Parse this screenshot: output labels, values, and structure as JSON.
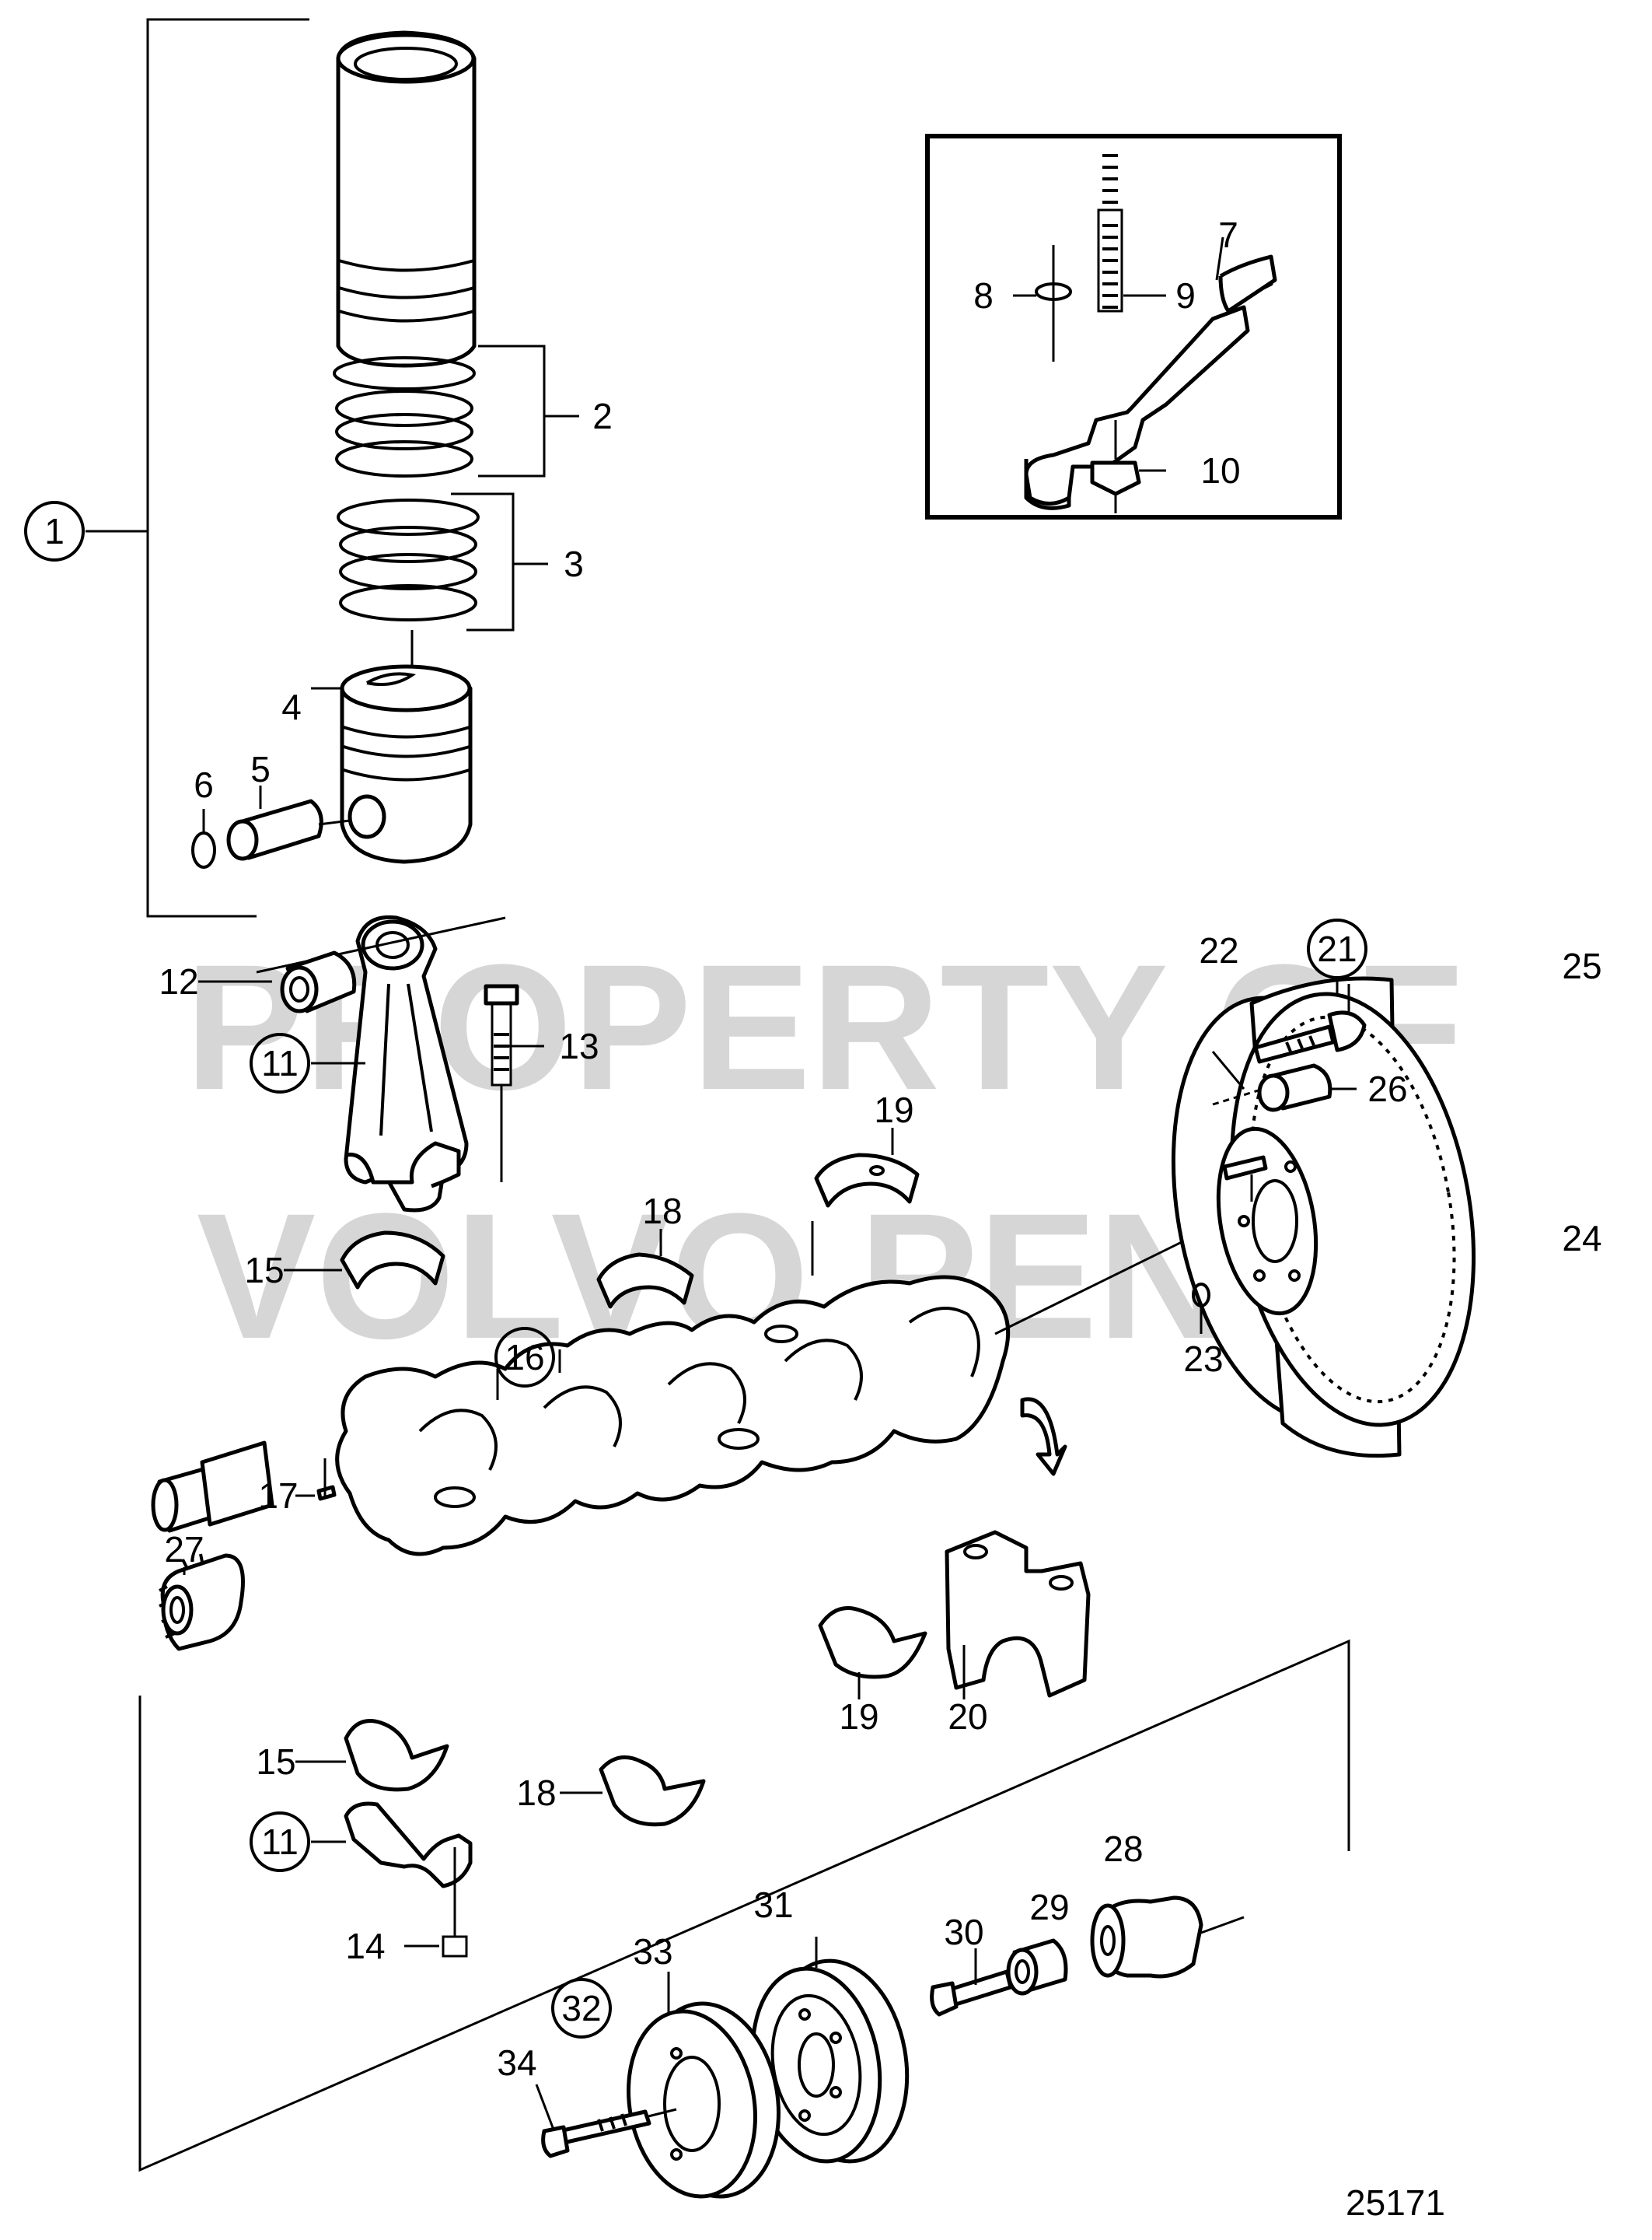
{
  "watermark": {
    "line1": "PROPERTY OF",
    "line2": "VOLVO PENTA"
  },
  "drawing_number": "25171",
  "callouts": {
    "c1": "1",
    "c2": "2",
    "c3": "3",
    "c4": "4",
    "c5": "5",
    "c6": "6",
    "c7": "7",
    "c8": "8",
    "c9": "9",
    "c10": "10",
    "c11a": "11",
    "c11b": "11",
    "c12": "12",
    "c13": "13",
    "c14": "14",
    "c15a": "15",
    "c15b": "15",
    "c16": "16",
    "c17": "17",
    "c18a": "18",
    "c18b": "18",
    "c19a": "19",
    "c19b": "19",
    "c20": "20",
    "c21": "21",
    "c22": "22",
    "c23": "23",
    "c24": "24",
    "c25": "25",
    "c26": "26",
    "c27": "27",
    "c28": "28",
    "c29": "29",
    "c30": "30",
    "c31": "31",
    "c32": "32",
    "c33": "33",
    "c34": "34"
  }
}
